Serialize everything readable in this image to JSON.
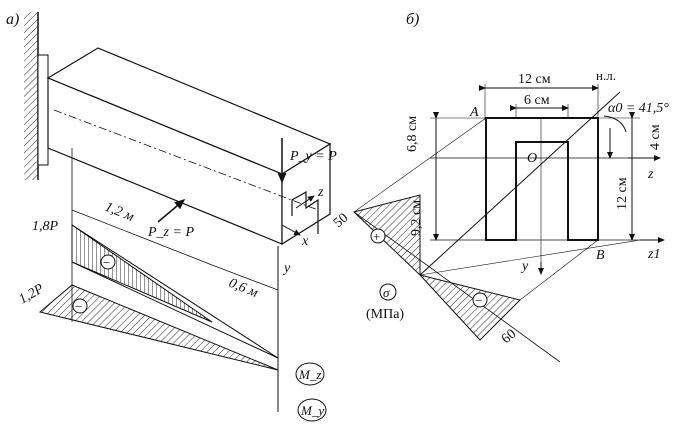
{
  "panel_a": {
    "label": "а)",
    "force_y": "P_y = P",
    "force_z": "P_z = P",
    "axis_z": "z",
    "axis_x": "x",
    "axis_y": "y",
    "moment_top_value": "1,8P",
    "moment_bottom_value": "1,2P",
    "length_1": "1,2 м",
    "length_2": "0,6 м",
    "moment_z_label": "M_z",
    "moment_y_label": "M_y",
    "sign_minus_1": "−",
    "sign_minus_2": "−"
  },
  "panel_b": {
    "label": "б)",
    "width_outer": "12 см",
    "width_inner": "6 см",
    "neutral_line": "н.л.",
    "alpha0": "α0 = 41,5°",
    "point_a": "A",
    "point_b": "B",
    "point_o": "O",
    "dim_68": "6,8 см",
    "dim_92": "9,2 см",
    "dim_4": "4 см",
    "dim_12": "12 см",
    "axis_z": "z",
    "axis_z1": "z1",
    "axis_y": "y",
    "stress_max": "50",
    "stress_min": "60",
    "sigma": "σ",
    "unit": "(МПа)",
    "sign_plus": "+",
    "sign_minus": "−"
  }
}
